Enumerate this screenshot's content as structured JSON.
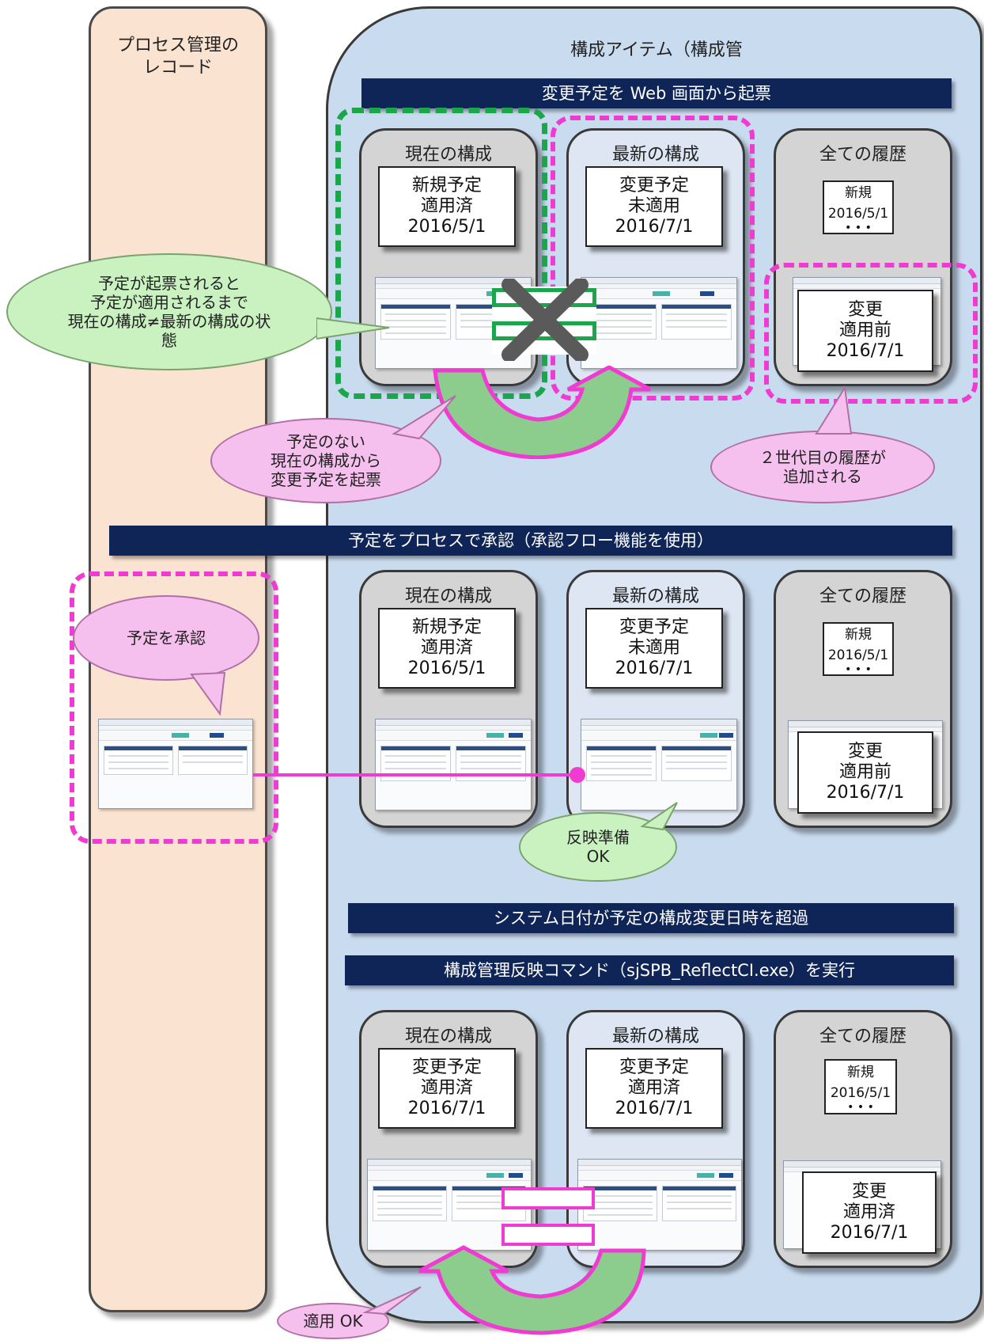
{
  "lanes": {
    "process_title": "プロセス管理の\nレコード",
    "ci_title": "構成アイテム（構成管"
  },
  "banners": {
    "web_issue": "変更予定を Web 画面から起票",
    "approve": "予定をプロセスで承認（承認フロー機能を使用）",
    "date_exceeded": "システム日付が予定の構成変更日時を超過",
    "reflect_cmd": "構成管理反映コマンド（sjSPB_ReflectCI.exe）を実行"
  },
  "columns": {
    "current": "現在の構成",
    "latest": "最新の構成",
    "history": "全ての履歴"
  },
  "stage1": {
    "current_card": [
      "新規予定",
      "適用済",
      "2016/5/1"
    ],
    "latest_card": [
      "変更予定",
      "未適用",
      "2016/7/1"
    ],
    "history_new": [
      "新規",
      "2016/5/1",
      "• • •"
    ],
    "history_change": [
      "変更",
      "適用前",
      "2016/7/1"
    ],
    "bubble_green": "予定が起票されると\n予定が適用されるまで\n現在の構成≠最新の構成の状\n態",
    "bubble_pink_issue": "予定のない\n現在の構成から\n変更予定を起票",
    "bubble_pink_history": "２世代目の履歴が\n追加される"
  },
  "stage2": {
    "current_card": [
      "新規予定",
      "適用済",
      "2016/5/1"
    ],
    "latest_card": [
      "変更予定",
      "未適用",
      "2016/7/1"
    ],
    "history_new": [
      "新規",
      "2016/5/1",
      "• • •"
    ],
    "history_change": [
      "変更",
      "適用前",
      "2016/7/1"
    ],
    "bubble_approve": "予定を承認",
    "bubble_ready": "反映準備\nOK"
  },
  "stage3": {
    "current_card": [
      "変更予定",
      "適用済",
      "2016/7/1"
    ],
    "latest_card": [
      "変更予定",
      "適用済",
      "2016/7/1"
    ],
    "history_new": [
      "新規",
      "2016/5/1",
      "• • •"
    ],
    "history_change": [
      "変更",
      "適用済",
      "2016/7/1"
    ],
    "bubble_apply_ok": "適用 OK"
  },
  "colors": {
    "banner": "#0f2557",
    "dash_green": "#1ca64b",
    "dash_pink": "#ef3bd2",
    "bubble_green": "#c9f2c0",
    "bubble_pink": "#f6c0ee"
  }
}
